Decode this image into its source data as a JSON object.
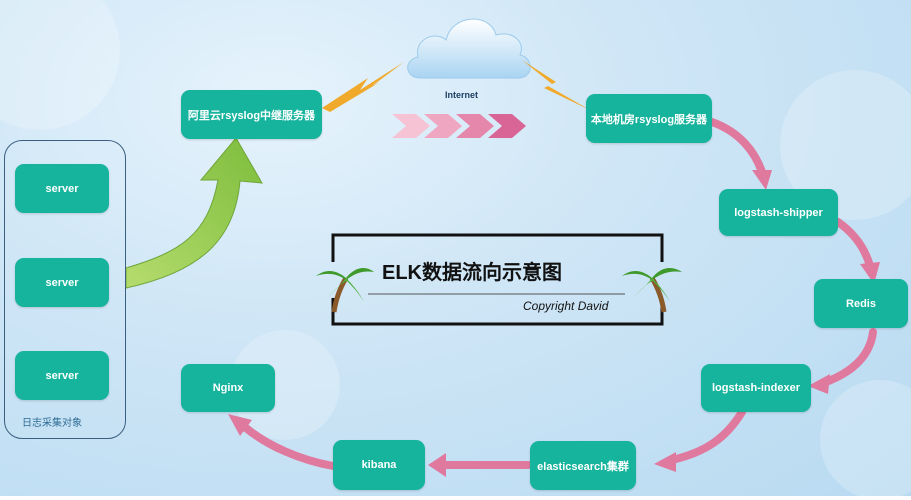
{
  "title": "ELK数据流向示意图",
  "copyright": "Copyright David",
  "internet_label": "Internet",
  "group_label": "日志采集对象",
  "nodes": {
    "server_1": "server",
    "server_2": "server",
    "server_3": "server",
    "aliyun_relay": "阿里云rsyslog中继服务器",
    "local_rsyslog": "本地机房rsyslog服务器",
    "logstash_shipper": "logstash-shipper",
    "redis": "Redis",
    "logstash_indexer": "logstash-indexer",
    "elasticsearch": "elasticsearch集群",
    "kibana": "kibana",
    "nginx": "Nginx"
  },
  "colors": {
    "node": "#16b39d",
    "arrow_pink": "#e0799e",
    "arrow_green": "#8cc84b",
    "lightning": "#f0a92a"
  },
  "icons": [
    "cloud-icon",
    "lightning-icon",
    "palm-tree-icon",
    "chevron-arrows-icon"
  ]
}
